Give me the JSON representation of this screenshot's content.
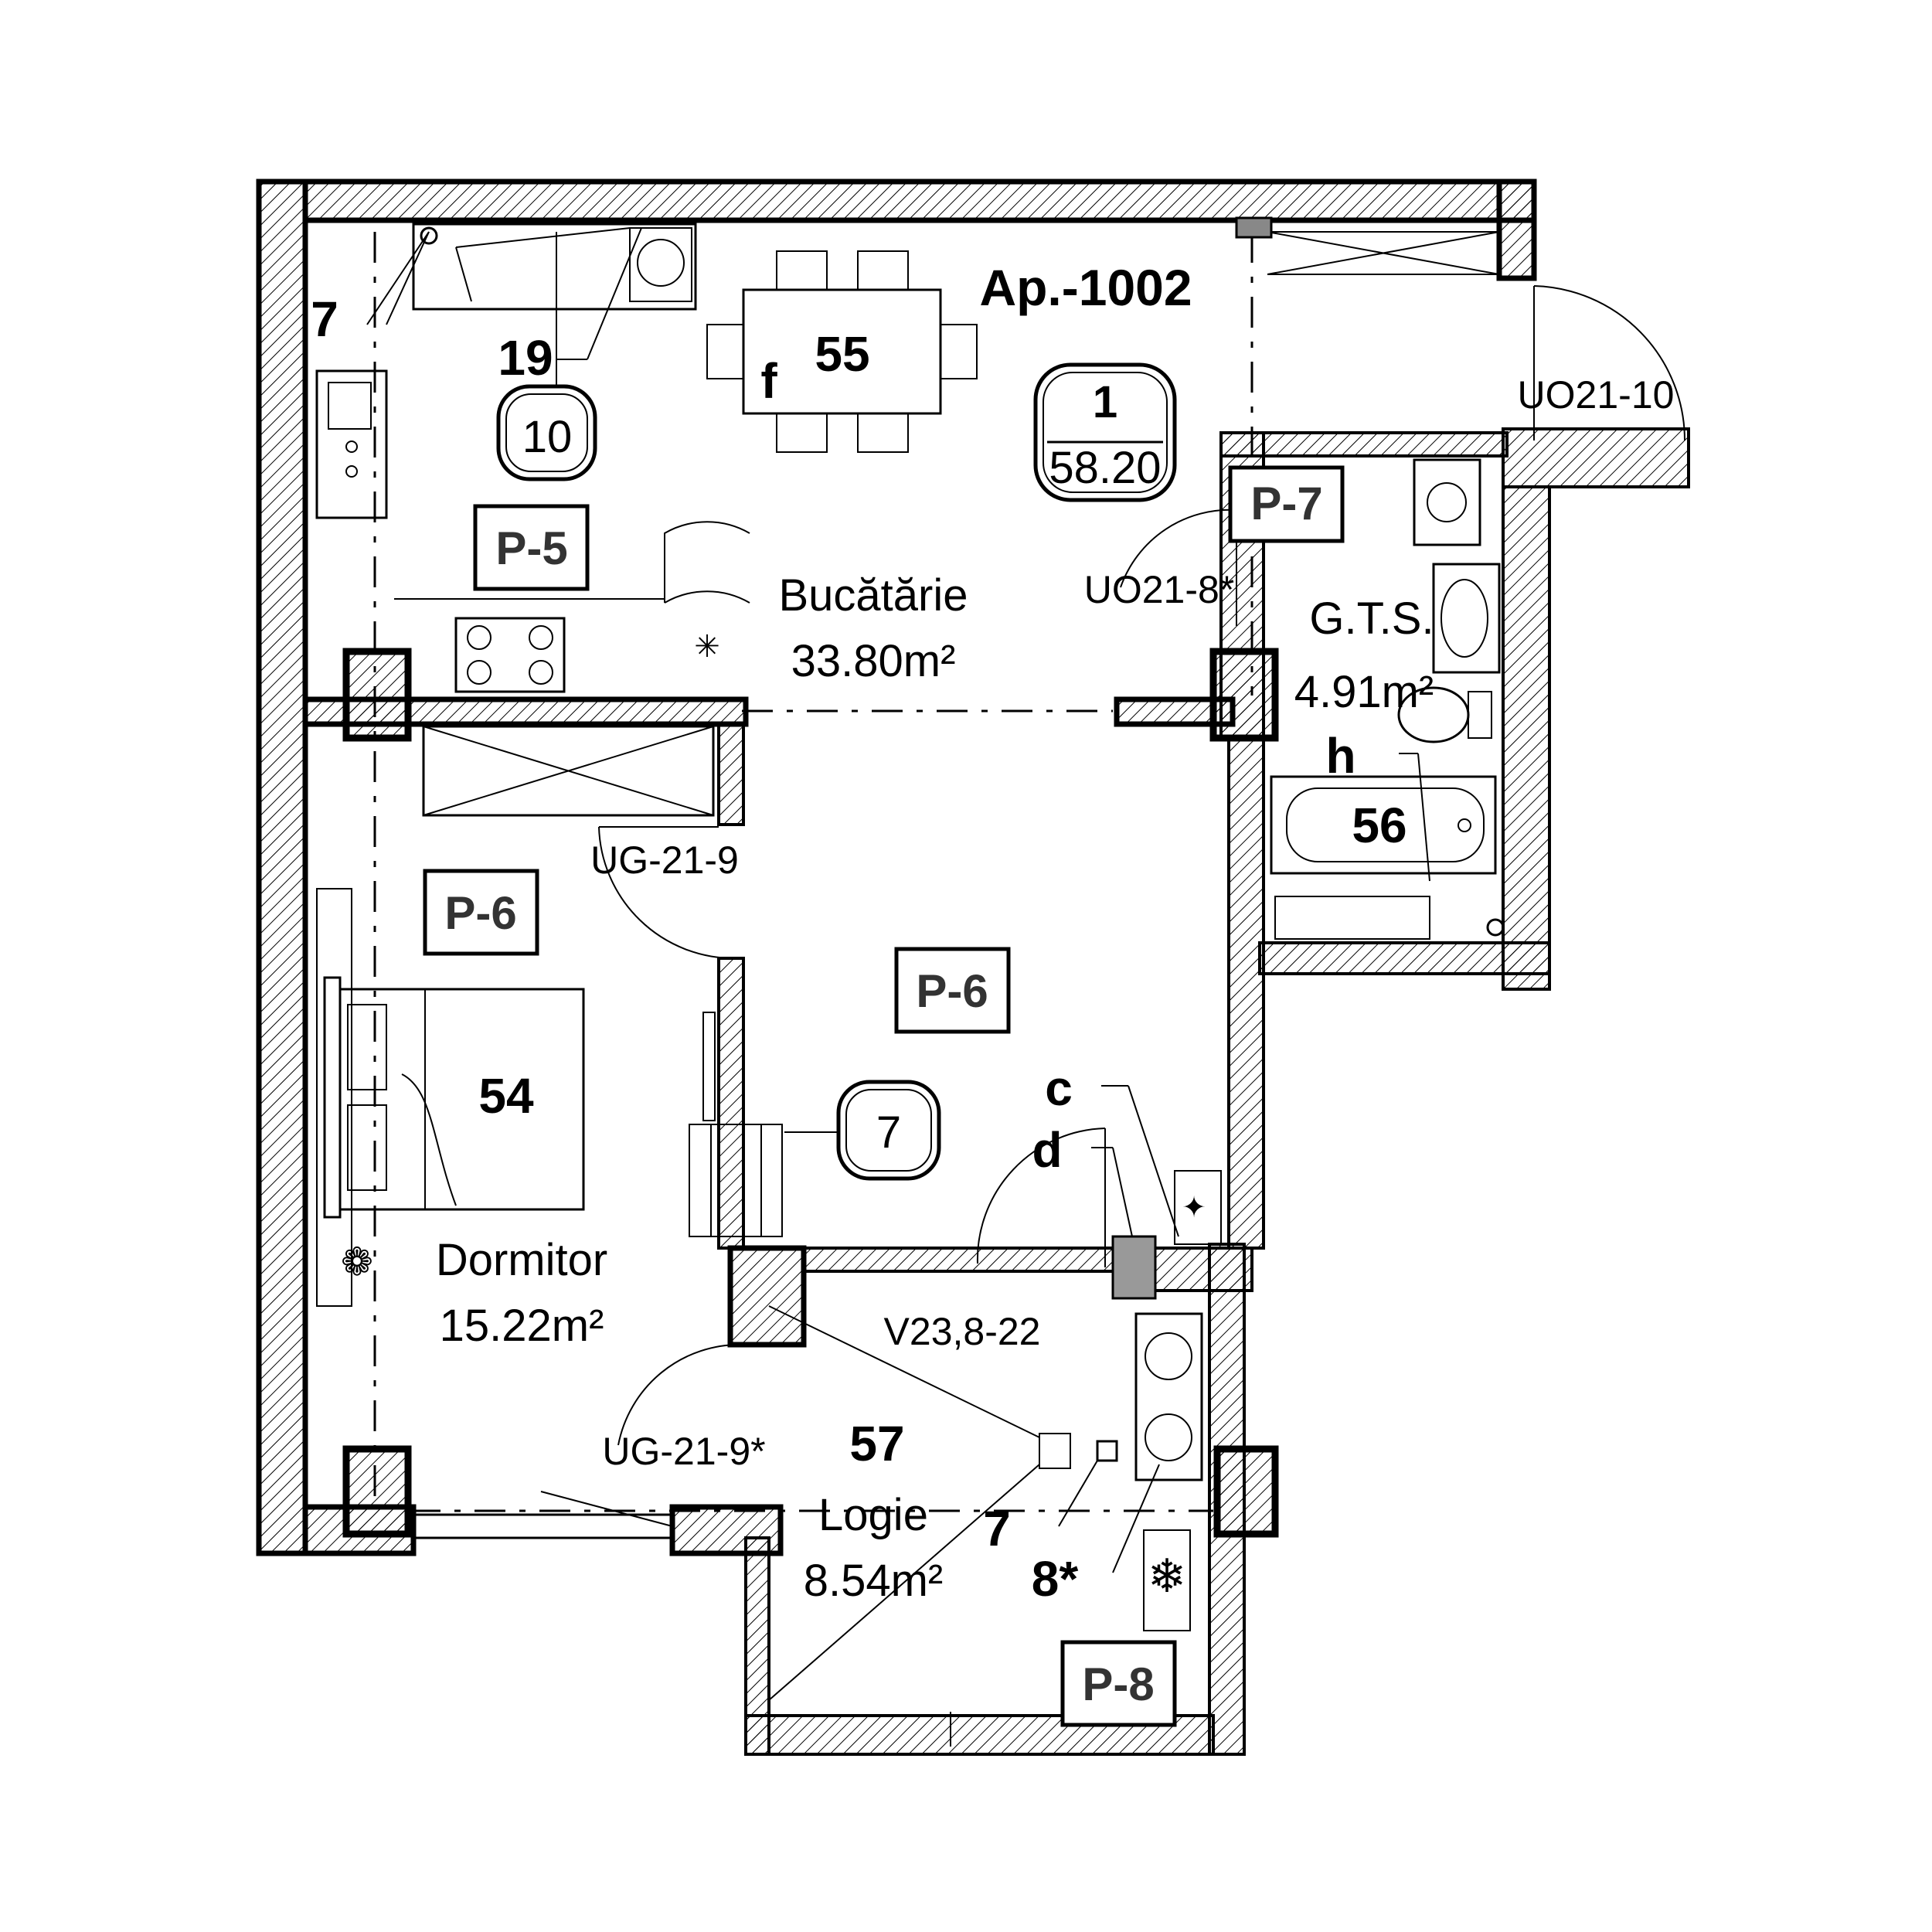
{
  "apartment": {
    "title": "Ap.-1002",
    "badge_number": "1",
    "badge_area": "58.20"
  },
  "rooms": {
    "kitchen": {
      "name": "Bucătărie",
      "area": "33.80m²"
    },
    "bedroom": {
      "name": "Dormitor",
      "area": "15.22m²"
    },
    "bathroom": {
      "name": "G.T.S.",
      "area": "4.91m²"
    },
    "loggia": {
      "name": "Logie",
      "area": "8.54m²"
    }
  },
  "finish_tags": {
    "kitchen": "P-5",
    "bedroom": "P-6",
    "hall": "P-6",
    "bathroom": "P-7",
    "loggia": "P-8"
  },
  "circle_tags": {
    "kitchen": "10",
    "hall": "7"
  },
  "item_numbers": {
    "table": "55",
    "bed": "54",
    "bath": "56",
    "loggia": "57",
    "fridge": "19",
    "left_pipe": "7",
    "loggia_pipe": "7",
    "loggia_boiler": "8*"
  },
  "letters": {
    "f": "f",
    "c": "c",
    "d": "d",
    "h": "h"
  },
  "doors": {
    "bath_door": "UO21-8*",
    "entry_door": "UO21-10",
    "bedroom_door": "UG-21-9",
    "loggia_door": "UG-21-9*",
    "loggia_window": "V23,8-22"
  }
}
